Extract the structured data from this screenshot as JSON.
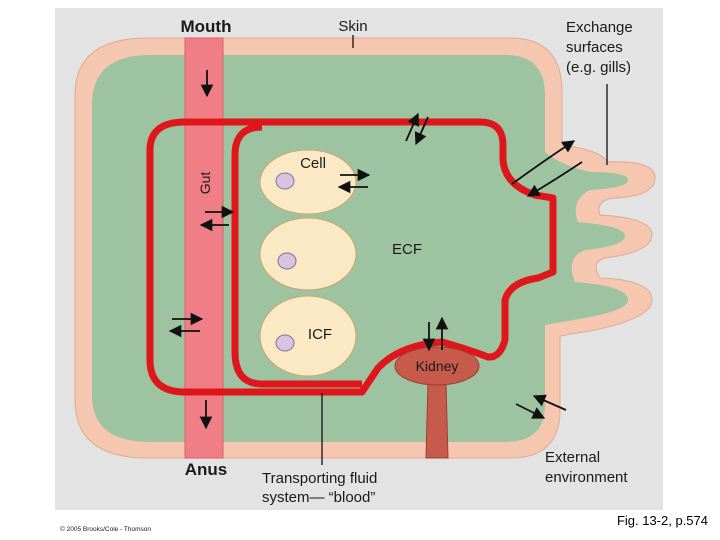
{
  "labels": {
    "mouth": "Mouth",
    "skin": "Skin",
    "exchange_1": "Exchange",
    "exchange_2": "surfaces",
    "exchange_3": "(e.g. gills)",
    "gut": "Gut",
    "cell": "Cell",
    "ecf": "ECF",
    "icf": "ICF",
    "kidney": "Kidney",
    "anus": "Anus",
    "transport_1": "Transporting fluid",
    "transport_2": "system— “blood”",
    "external_1": "External",
    "external_2": "environment"
  },
  "copyright": "© 2005 Brooks/Cole - Thomson",
  "figure_caption": "Fig. 13-2, p.574",
  "colors": {
    "background_panel": "#e3e3e3",
    "skin": "#f6c7b0",
    "body_fluid": "#9ec3a1",
    "gut": "#ef7e86",
    "blood_vessel": "#e0161d",
    "cell": "#fbe9c5",
    "nucleus": "#d6c4e0",
    "kidney": "#c65a4b"
  }
}
